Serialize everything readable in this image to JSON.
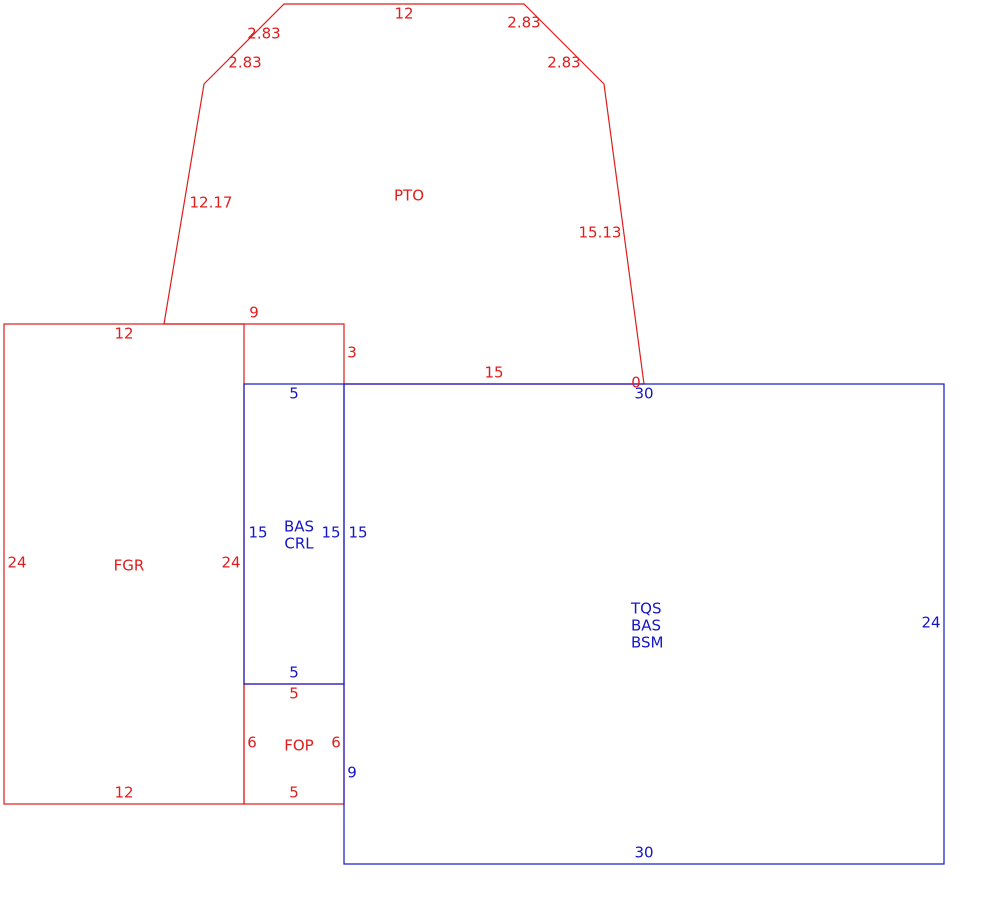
{
  "colors": {
    "red": "#e01c1c",
    "blue": "#1414c8"
  },
  "areas": {
    "pto": {
      "code": "PTO",
      "color": "red"
    },
    "fgr": {
      "code": "FGR",
      "color": "red"
    },
    "fop": {
      "code": "FOP",
      "color": "red"
    },
    "bas_crl": {
      "codes": [
        "BAS",
        "CRL"
      ],
      "color": "blue"
    },
    "main": {
      "codes": [
        "TQS",
        "BAS",
        "BSM"
      ],
      "color": "blue"
    }
  },
  "dimensions": {
    "pto_top": "12",
    "pto_upper_left_outer": "2.83",
    "pto_upper_left_inner": "2.83",
    "pto_upper_right_outer": "2.83",
    "pto_upper_right_inner": "2.83",
    "pto_left": "12.17",
    "pto_right": "15.13",
    "pto_step_top": "9",
    "pto_step_side": "3",
    "pto_bottom": "15",
    "pto_zero": "0",
    "fgr_top": "12",
    "fgr_bottom": "12",
    "fgr_left": "24",
    "fgr_right": "24",
    "crl_top": "5",
    "crl_bottom": "5",
    "crl_left": "15",
    "crl_right": "15",
    "main_top": "30",
    "main_bottom": "30",
    "main_left_upper": "15",
    "main_left_lower": "9",
    "main_right": "24",
    "fop_top": "5",
    "fop_bottom": "5",
    "fop_left": "6",
    "fop_right": "6"
  }
}
